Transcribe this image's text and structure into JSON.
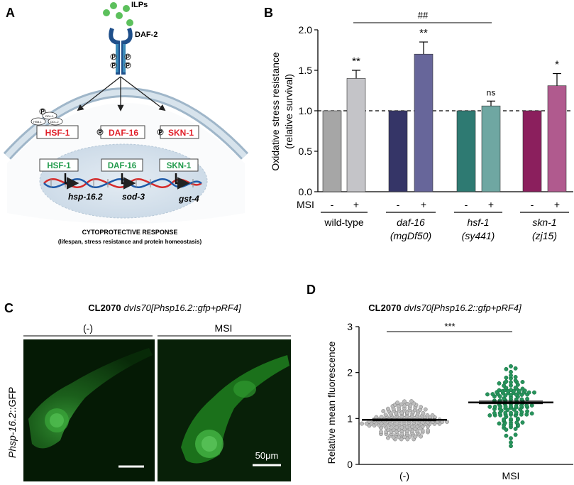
{
  "panel_a": {
    "label": "A",
    "ligand": "ILPs",
    "receptor": "DAF-2",
    "factors": [
      "HSF-1",
      "DAF-16",
      "SKN-1"
    ],
    "complex_labels": [
      "DDL-1",
      "HSB-1",
      "DDL-2"
    ],
    "nuclear_factors": [
      "HSF-1",
      "DAF-16",
      "SKN-1"
    ],
    "genes": [
      "hsp-16.2",
      "sod-3",
      "gst-4"
    ],
    "response_title": "CYTOPROTECTIVE RESPONSE",
    "response_sub": "(lifespan, stress resistance and protein homeostasis)",
    "phospho": "P"
  },
  "panel_b": {
    "label": "B",
    "significance_top": "##",
    "msi_label": "MSI",
    "minus": "-",
    "plus": "+",
    "group_labels": [
      {
        "line1": "wild-type",
        "line2": ""
      },
      {
        "line1": "daf-16",
        "line2": "(mgDf50)"
      },
      {
        "line1": "hsf-1",
        "line2": "(sy441)"
      },
      {
        "line1": "skn-1",
        "line2": "(zj15)"
      }
    ]
  },
  "panel_c": {
    "label": "C",
    "title_strain": "CL2070",
    "title_genotype": "dvIs70[Phsp16.2::gfp+pRF4]",
    "left_header": "(-)",
    "right_header": "MSI",
    "ylabel_italic": "Phsp-16.2",
    "ylabel_rest": "::GFP",
    "scale": "50μm"
  },
  "panel_d": {
    "label": "D",
    "title_strain": "CL2070",
    "title_genotype": "dvIs70[Phsp16.2::gfp+pRF4]",
    "significance": "***",
    "ylabel": "Relative mean fluorescence"
  },
  "chart_data": [
    {
      "type": "bar",
      "ylabel": "Oxidative stress resistance\n(relative survival)",
      "ylim": [
        0,
        2.0
      ],
      "yticks": [
        "0.0",
        "0.5",
        "1.0",
        "1.5",
        "2.0"
      ],
      "reference_line": 1.0,
      "categories": [
        "wild-type -",
        "wild-type +",
        "daf-16 -",
        "daf-16 +",
        "hsf-1 -",
        "hsf-1 +",
        "skn-1 -",
        "skn-1 +"
      ],
      "values": [
        1.0,
        1.4,
        1.0,
        1.7,
        1.0,
        1.06,
        1.0,
        1.31
      ],
      "errors": [
        0,
        0.1,
        0,
        0.15,
        0,
        0.06,
        0,
        0.15
      ],
      "significance": [
        "",
        "**",
        "",
        "**",
        "",
        "ns",
        "",
        "*"
      ],
      "colors": [
        "#a6a6a6",
        "#c4c4c8",
        "#353567",
        "#67669a",
        "#2e7a72",
        "#6fa7a2",
        "#8b1f5d",
        "#b05a8e"
      ]
    },
    {
      "type": "scatter",
      "ylabel": "Relative mean fluorescence",
      "ylim": [
        0,
        3
      ],
      "yticks": [
        "0",
        "1",
        "2",
        "3"
      ],
      "categories": [
        "(-)",
        "MSI"
      ],
      "means": [
        0.97,
        1.35
      ],
      "sems": [
        0.02,
        0.03
      ],
      "colors": [
        "#bdbdbd",
        "#27945c"
      ]
    }
  ]
}
